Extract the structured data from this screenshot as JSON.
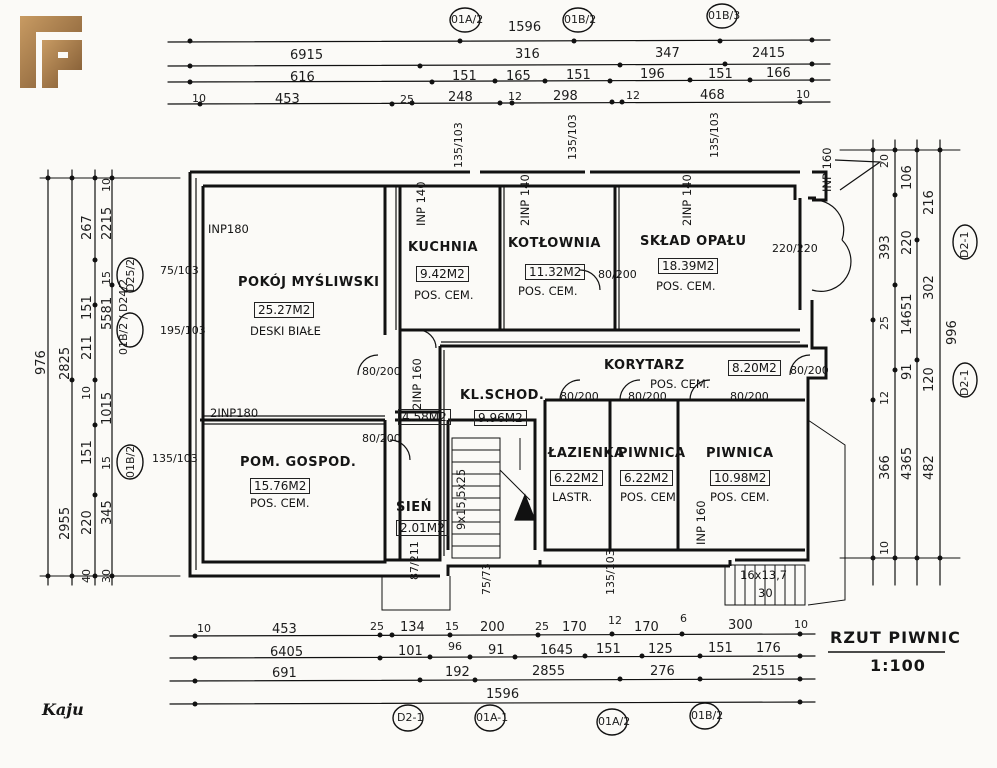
{
  "logo": {
    "name": "brand-logo",
    "colors": [
      "#b78a56",
      "#7c5630"
    ]
  },
  "title": {
    "line1": "RZUT PIWNIC",
    "line2": "1:100"
  },
  "signature": "Kaju",
  "axis_tags": {
    "top": [
      "01A/2",
      "01B/2",
      "01B/3"
    ],
    "bottom": [
      "D2-1",
      "01A-1",
      "01A/2",
      "01B/2"
    ],
    "left": [
      "D25/2",
      "01B/2 / D24/2",
      "01B/2"
    ],
    "right": [
      "D2-1",
      "D2-1"
    ]
  },
  "top_dimensions": {
    "overall": "1596",
    "row2": [
      "6915",
      "316",
      "347",
      "2415"
    ],
    "row3": [
      "616",
      "151",
      "165",
      "151",
      "196",
      "151",
      "166"
    ],
    "row4": [
      "10",
      "453",
      "25",
      "248",
      "12",
      "298",
      "12",
      "468",
      "10"
    ]
  },
  "bottom_dimensions": {
    "row1": [
      "10",
      "453",
      "25",
      "134",
      "15",
      "200",
      "25",
      "170",
      "12",
      "170",
      "6",
      "300",
      "10"
    ],
    "row2": [
      "6405",
      "101",
      "96",
      "91",
      "1645",
      "151",
      "125",
      "151",
      "176"
    ],
    "row3": [
      "691",
      "192",
      "2855",
      "276",
      "2515"
    ],
    "overall": "1596"
  },
  "left_dimensions": {
    "overall": "976",
    "col2": [
      "2825",
      "2955"
    ],
    "col3": [
      "267",
      "151",
      "211",
      "10",
      "151",
      "220"
    ],
    "col4": [
      "2215",
      "15",
      "5581",
      "1015",
      "15",
      "345"
    ],
    "col5": [
      "10",
      "30",
      "40"
    ]
  },
  "right_dimensions": {
    "overall": "996",
    "col1": [
      "20",
      "393",
      "25",
      "12",
      "366",
      "10"
    ],
    "col2": [
      "106",
      "220",
      "14651",
      "91",
      "4365"
    ],
    "col3": [
      "216",
      "302",
      "120",
      "482"
    ]
  },
  "rooms": [
    {
      "id": "pokoj",
      "name": "POKÓJ MYŚLIWSKI",
      "area": "25.27M2",
      "floor": "DESKI BIAŁE"
    },
    {
      "id": "kuchnia",
      "name": "KUCHNIA",
      "area": "9.42M2",
      "floor": "POS. CEM."
    },
    {
      "id": "kotlownia",
      "name": "KOTŁOWNIA",
      "area": "11.32M2",
      "floor": "POS. CEM."
    },
    {
      "id": "sklad",
      "name": "SKŁAD OPAŁU",
      "area": "18.39M2",
      "floor": "POS. CEM."
    },
    {
      "id": "gospod",
      "name": "POM. GOSPOD.",
      "area": "15.76M2",
      "floor": "POS. CEM."
    },
    {
      "id": "sien",
      "name": "SIEŃ",
      "area": "2.01M2",
      "floor": ""
    },
    {
      "id": "klschod",
      "name": "KL.SCHOD.",
      "area": "9.96M2",
      "floor": ""
    },
    {
      "id": "korytarz",
      "name": "KORYTARZ",
      "area": "8.20M2",
      "floor": "POS. CEM."
    },
    {
      "id": "lazienka",
      "name": "ŁAZIENKA",
      "area": "6.22M2",
      "floor": "LASTR."
    },
    {
      "id": "piwnica1",
      "name": "PIWNICA",
      "area": "6.22M2",
      "floor": "POS. CEM."
    },
    {
      "id": "piwnica2",
      "name": "PIWNICA",
      "area": "10.98M2",
      "floor": "POS. CEM."
    },
    {
      "id": "hall",
      "name": "",
      "area": "4.58M2",
      "floor": ""
    }
  ],
  "wall_notes": {
    "inp180_a": "INP180",
    "inp180_b": "2INP180",
    "kuchnia_inp": "INP 140",
    "kotlownia_inp": "2INP 140",
    "sklad_inp": "2INP 140",
    "door_inp": "2INP 160",
    "inp160": "INP 160",
    "inp160_b": "INP 160",
    "stairs": "9x15,5x25",
    "stairs_out": "16x13,7",
    "n30": "30"
  },
  "openings": [
    "75/103",
    "195/103",
    "135/103",
    "135/103",
    "135/103",
    "135/103",
    "80/200",
    "80/200",
    "80/200",
    "80/200",
    "80/200",
    "80/200",
    "220/220",
    "135/103",
    "75/73",
    "87/211",
    "80/200"
  ]
}
